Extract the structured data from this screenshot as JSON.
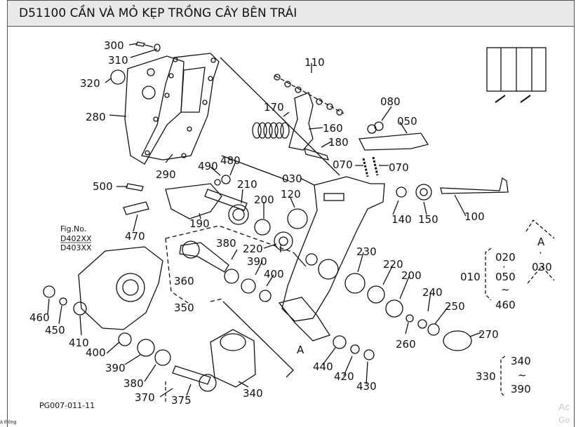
{
  "title": "D51100 CẦN VÀ MỎ KẸP TRỒNG CÂY BÊN TRÁI",
  "figure_code": "PG007-011-11",
  "fig_ref": {
    "label": "Fig.No.",
    "lines": [
      "D402XX",
      "D403XX"
    ]
  },
  "part_numbers": {
    "p300": "300",
    "p310": "310",
    "p320": "320",
    "p280": "280",
    "p290": "290",
    "p110": "110",
    "p170": "170",
    "p160": "160",
    "p180": "180",
    "p080": "080",
    "p050": "050",
    "p070a": "070",
    "p070b": "070",
    "p490": "490",
    "p480": "480",
    "p500": "500",
    "p470": "470",
    "p190": "190",
    "p210": "210",
    "p200a": "200",
    "p120": "120",
    "p030": "030",
    "p140": "140",
    "p150": "150",
    "p100": "100",
    "p220a": "220",
    "p380a": "380",
    "p390a": "390",
    "p400a": "400",
    "p360": "360",
    "p350": "350",
    "p230": "230",
    "p220b": "220",
    "p200b": "200",
    "p240": "240",
    "p250": "250",
    "p270": "270",
    "p260": "260",
    "p460": "460",
    "p450": "450",
    "p410": "410",
    "p400b": "400",
    "p390b": "390",
    "p380b": "380",
    "p370": "370",
    "p375": "375",
    "p340": "340",
    "p440": "440",
    "p420": "420",
    "p430": "430"
  },
  "ref_A": "A",
  "group_010": {
    "label": "010",
    "items": [
      "020",
      "·",
      "050",
      "~",
      "460"
    ]
  },
  "group_A030": {
    "items": [
      "A",
      "·",
      "030"
    ]
  },
  "group_330": {
    "label": "330",
    "items": [
      "340",
      "~",
      "390"
    ]
  },
  "watermark": [
    "Ac",
    "Go"
  ],
  "footer_note": "à thông"
}
